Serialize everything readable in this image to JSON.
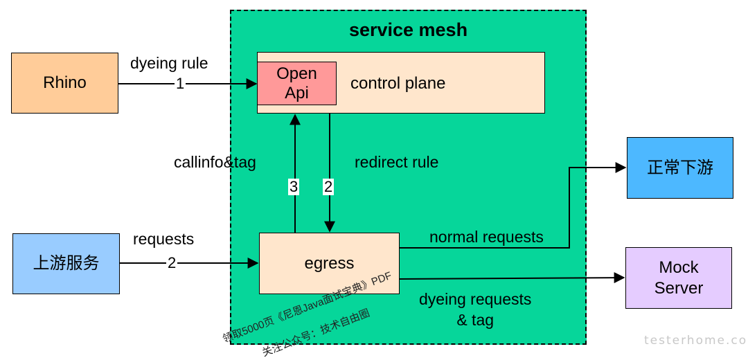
{
  "mesh": {
    "title": "service mesh"
  },
  "nodes": {
    "rhino": "Rhino",
    "upstream": "上游服务",
    "control_plane": "control plane",
    "open_api": "Open\nApi",
    "egress": "egress",
    "normal_downstream": "正常下游",
    "mock_server": "Mock\nServer"
  },
  "edges": {
    "dyeing_rule": "dyeing rule",
    "dyeing_rule_step": "1",
    "requests": "requests",
    "requests_step": "2",
    "callinfo_tag": "callinfo&tag",
    "callinfo_step": "3",
    "redirect_rule": "redirect rule",
    "redirect_step": "2",
    "normal_requests": "normal requests",
    "dyeing_requests": "dyeing requests\n& tag"
  },
  "watermarks": {
    "pdf_line1": "领取5000页《尼恩Java面试宝典》PDF",
    "pdf_line2": "关注公众号：技术自由圈",
    "site": "testerhome.com"
  },
  "colors": {
    "mesh_bg": "#06d69a",
    "rhino_bg": "#ffcc99",
    "upstream_bg": "#99ccff",
    "control_plane_bg": "#ffe6cc",
    "open_api_bg": "#ff9999",
    "egress_bg": "#ffe6cc",
    "normal_downstream_bg": "#4db8ff",
    "mock_server_bg": "#e5ccff"
  }
}
